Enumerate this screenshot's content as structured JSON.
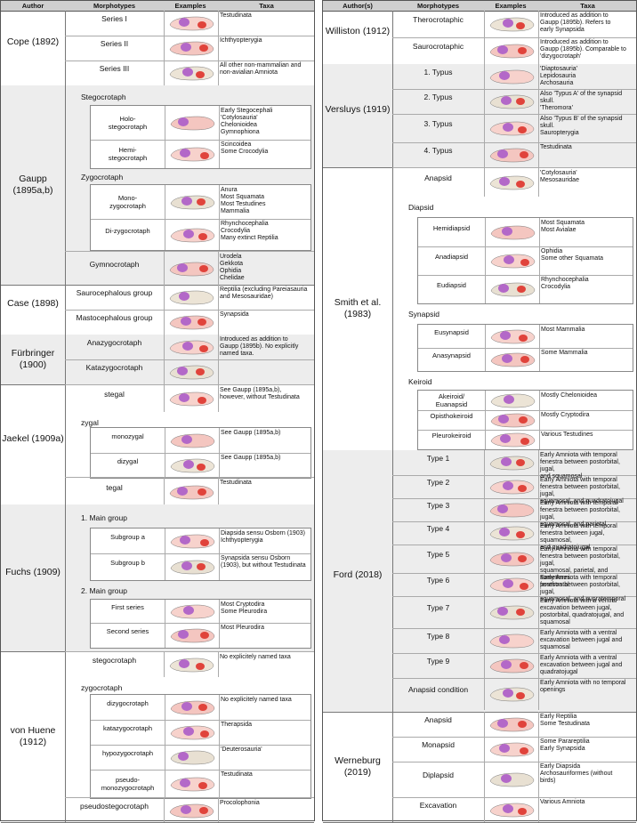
{
  "headers": {
    "author": "Author",
    "author_r": "Author(s)",
    "morphotypes": "Morphotypes",
    "examples": "Examples",
    "taxa": "Taxa"
  },
  "left": [
    {
      "author": "Cope (1892)",
      "rows": [
        {
          "m": "Series I",
          "t": "Testudinata"
        },
        {
          "m": "Series II",
          "t": "Ichthyopterygia"
        },
        {
          "m": "Series III",
          "t": "All other non-mammalian and\nnon-avialian Amniota"
        }
      ]
    },
    {
      "author": "Gaupp\n(1895a,b)",
      "sections": [
        {
          "title": "Stegocrotaph",
          "rows": [
            {
              "m": "Holo-\nstegocrotaph",
              "t": "Early Stegocephali\n'Cotylosauria'\nChelonioidea\nGymnophiona"
            },
            {
              "m": "Hemi-\nstegocrotaph",
              "t": "Scincoidea\nSome Crocodylia"
            }
          ]
        },
        {
          "title": "Zygocrotaph",
          "rows": [
            {
              "m": "Mono-\nzygocrotaph",
              "t": "Anura\nMost Squamata\nMost Testudines\nMammalia"
            },
            {
              "m": "Di-zygocrotaph",
              "t": "Rhynchocephalia\nCrocodylia\nMany extinct Reptilia"
            }
          ]
        },
        {
          "title": "Gymnocrotaph",
          "t": "Urodela\nGekkota\nOphidia\nChelidae"
        }
      ]
    },
    {
      "author": "Case (1898)",
      "rows": [
        {
          "m": "Saurocephalous group",
          "t": "Reptilia (excluding Pareiasauria\nand Mesosauridae)"
        },
        {
          "m": "Mastocephalous group",
          "t": "Synapsida"
        }
      ]
    },
    {
      "author": "Fürbringer\n(1900)",
      "rows": [
        {
          "m": "Anazygocrotaph",
          "t": "Introduced as addition to\nGaupp (1895b). No explicitly\nnamed taxa."
        },
        {
          "m": "Katazygocrotaph",
          "t": ""
        }
      ]
    },
    {
      "author": "Jaekel (1909a)",
      "sections": [
        {
          "title": "stegal",
          "t": "See Gaupp (1895a,b),\nhowever, without Testudinata"
        },
        {
          "title": "zygal",
          "rows": [
            {
              "m": "monozygal",
              "t": "See Gaupp (1895a,b)"
            },
            {
              "m": "dizygal",
              "t": "See Gaupp (1895a,b)"
            }
          ]
        },
        {
          "title": "tegal",
          "t": "Testudinata"
        }
      ]
    },
    {
      "author": "Fuchs (1909)",
      "sections": [
        {
          "title": "1. Main group",
          "rows": [
            {
              "m": "Subgroup a",
              "t": "Diapsida sensu Osborn (1903)\nIchthyopterygia"
            },
            {
              "m": "Subgroup b",
              "t": "Synapsida sensu Osborn\n(1903), but without Testudinata"
            }
          ]
        },
        {
          "title": "2. Main group",
          "rows": [
            {
              "m": "First series",
              "t": "Most Cryptodira\nSome Pleurodira"
            },
            {
              "m": "Second series",
              "t": "Most Pleurodira"
            }
          ]
        }
      ]
    },
    {
      "author": "von Huene\n(1912)",
      "sections": [
        {
          "title": "stegocrotaph",
          "t": "No explicitely named taxa"
        },
        {
          "title": "zygocrotaph",
          "rows": [
            {
              "m": "dizygocrotaph",
              "t": "No explicitely named taxa"
            },
            {
              "m": "katazygocrotaph",
              "t": "Therapsida"
            },
            {
              "m": "hypozygocrotaph",
              "t": "'Deuterosauria'"
            },
            {
              "m": "pseudo-\nmonozygocrotaph",
              "t": "Testudinata"
            }
          ]
        },
        {
          "title": "pseudostegocrotaph",
          "t": "Procolophonia"
        }
      ]
    }
  ],
  "right": [
    {
      "author": "Williston (1912)",
      "rows": [
        {
          "m": "Therocrotaphic",
          "t": "Introduced as addition to\nGaupp (1895b). Refers to\nearly Synapsida"
        },
        {
          "m": "Saurocrotaphic",
          "t": "Introduced as addition to\nGaupp (1895b). Comparable to\n'dizygocrotaph'"
        }
      ]
    },
    {
      "author": "Versluys (1919)",
      "rows": [
        {
          "m": "1. Typus",
          "t": "'Diaptosauria'\nLepidosauria\nArchosauria"
        },
        {
          "m": "2. Typus",
          "t": "Also 'Typus A' of the synapsid\nskull.\n'Theromora'"
        },
        {
          "m": "3. Typus",
          "t": "Also 'Typus B' of the synapsid\nskull.\nSauropterygia"
        },
        {
          "m": "4. Typus",
          "t": "Testudinata"
        }
      ]
    },
    {
      "author": "Smith et al.\n(1983)",
      "sections": [
        {
          "title": "Anapsid",
          "t": "'Cotylosauria'\nMesosauridae"
        },
        {
          "title": "Diapsid",
          "rows": [
            {
              "m": "Hemidiapsid",
              "t": "Most Squamata\nMost Avialae"
            },
            {
              "m": "Anadiapsid",
              "t": "Ophidia\nSome other Squamata"
            },
            {
              "m": "Eudiapsid",
              "t": "Rhynchocephalia\nCrocodylia"
            }
          ]
        },
        {
          "title": "Synapsid",
          "rows": [
            {
              "m": "Eusynapsid",
              "t": "Most Mammalia"
            },
            {
              "m": "Anasynapsid",
              "t": "Some Mammalia"
            }
          ]
        },
        {
          "title": "Keiroid",
          "rows": [
            {
              "m": "Akeiroid/\nEuanapsid",
              "t": "Mostly Chelonioidea"
            },
            {
              "m": "Opisthokeiroid",
              "t": "Mostly Cryptodira"
            },
            {
              "m": "Pleurokeiroid",
              "t": "Various Testudines"
            }
          ]
        }
      ]
    },
    {
      "author": "Ford (2018)",
      "rows": [
        {
          "m": "Type 1",
          "t": "Early Amniota with temporal\nfenestra between postorbital, jugal,\nand squamosal"
        },
        {
          "m": "Type 2",
          "t": "Early Amniota with temporal\nfenestra between postorbital, jugal,\nsquamosal, and quadratojugal"
        },
        {
          "m": "Type 3",
          "t": "Early Amniota with temporal\nfenestra between postorbital, jugal,\nsquamosal, and parietal"
        },
        {
          "m": "Type 4",
          "t": "Early Amniota with temporal\nfenestra between jugal, squamosal,\nand quadratojugal"
        },
        {
          "m": "Type 5",
          "t": "Early Amniota with temporal\nfenestra between postorbital, jugal,\nsquamosal, parietal, and sometimes\npostfrontal"
        },
        {
          "m": "Type 6",
          "t": "Early Amniota with temporal\nfenestra between postorbital, jugal,\nsquamosal, and supratemporal"
        },
        {
          "m": "Type 7",
          "t": "Early Amniota with a ventral\nexcavation between jugal,\npostorbital, quadratojugal, and\nsquamosal"
        },
        {
          "m": "Type 8",
          "t": "Early Amniota with a ventral\nexcavation between jugal and\nsquamosal"
        },
        {
          "m": "Type 9",
          "t": "Early Amniota with a ventral\nexcavation between jugal and\nquadratojugal"
        },
        {
          "m": "Anapsid condition",
          "t": "Early Amniota with no temporal\nopenings"
        }
      ]
    },
    {
      "author": "Werneburg\n(2019)",
      "rows": [
        {
          "m": "Anapsid",
          "t": "Early Reptilia\nSome Testudinata"
        },
        {
          "m": "Monapsid",
          "t": "Some Parareptilia\nEarly Synapsida"
        },
        {
          "m": "Diplapsid",
          "t": "Early Diapsida\nArchosauriformes (without\nbirds)"
        },
        {
          "m": "Excavation",
          "t": "Various Amniota"
        }
      ]
    }
  ]
}
